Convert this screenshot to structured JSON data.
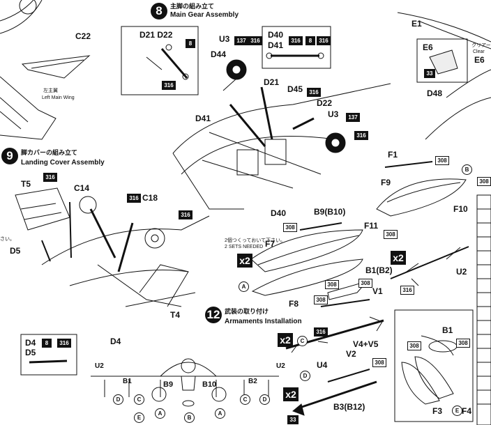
{
  "step8": {
    "number": "8",
    "title_jp": "主脚の組み立て",
    "title_en": "Main Gear Assembly"
  },
  "step9": {
    "number": "9",
    "title_jp": "脚カバーの組み立て",
    "title_en": "Landing Cover Assembly"
  },
  "step12": {
    "number": "12",
    "title_jp": "武装の取り付け",
    "title_en": "Armaments Installation"
  },
  "wing": {
    "part": "C22",
    "label_jp": "左主翼",
    "label_en": "Left Main Wing"
  },
  "clear": {
    "jp": "クリアー",
    "en": "Clear"
  },
  "sets": {
    "jp": "2個つくっておいて下さい。",
    "en": "2 SETS NEEDED"
  },
  "parts": {
    "e1": "E1",
    "e6": "E6",
    "e6b": "E6",
    "d48": "D48",
    "d21_d22": "D21 D22",
    "u3a": "U3",
    "d44": "D44",
    "d40_box": "D40",
    "d41_box": "D41",
    "d21": "D21",
    "d45": "D45",
    "d22": "D22",
    "u3b": "U3",
    "d41": "D41",
    "d40": "D40",
    "f1": "F1",
    "f9": "F9",
    "f10": "F10",
    "t5": "T5",
    "c14": "C14",
    "c18": "C18",
    "d5": "D5",
    "t4": "T4",
    "d4": "D4",
    "d4_box": "D4",
    "d5_box": "D5",
    "b9b10": "B9(B10)",
    "f11": "F11",
    "f7": "F7",
    "f8": "F8",
    "b1b2": "B1(B2)",
    "v1": "V1",
    "u2": "U2",
    "v4v5": "V4+V5",
    "v2": "V2",
    "u4": "U4",
    "b3b12": "B3(B12)",
    "b1_side": "B1",
    "f3": "F3",
    "f4": "F4",
    "bot_u2l": "U2",
    "bot_b1": "B1",
    "bot_b9": "B9",
    "bot_b10": "B10",
    "bot_b2": "B2",
    "bot_u2r": "U2"
  },
  "paint_codes": {
    "c137": "137",
    "c316": "316",
    "c8": "8",
    "c308": "308",
    "c33": "33"
  },
  "multipliers": {
    "x2": "x2"
  },
  "callouts": {
    "A": "A",
    "B": "B",
    "C": "C",
    "D": "D",
    "E": "E"
  },
  "side_text": "さい。"
}
